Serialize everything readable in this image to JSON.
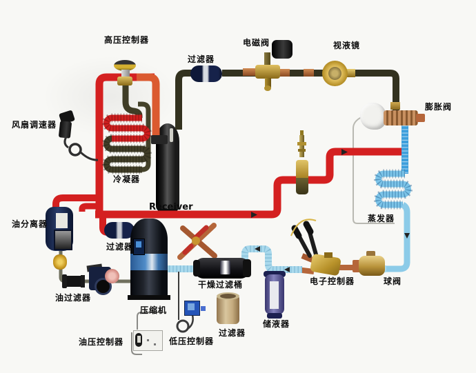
{
  "labels": {
    "fan_speed_controller": "风扇调速器",
    "high_pressure_controller": "高压控制器",
    "filter_top": "过滤器",
    "solenoid_valve": "电磁阀",
    "sight_glass": "视液镜",
    "expansion_valve": "膨胀阀",
    "condenser": "冷凝器",
    "receiver": "Receiver",
    "oil_separator": "油分离器",
    "filter_discharge": "过滤器",
    "evaporator": "蒸发器",
    "oil_filter": "油过滤器",
    "compressor": "压缩机",
    "drying_filter_barrel": "干燥过滤桶",
    "oil_pressure_controller": "油压控制器",
    "low_pressure_controller": "低压控制器",
    "filter_bottom": "过滤器",
    "liquid_accumulator": "储液器",
    "electronic_controller": "电子控制器",
    "ball_valve": "球阀"
  },
  "colors": {
    "discharge_pipe_red": "#d42020",
    "condenser_outlet_orange": "#db5a30",
    "liquid_line_olive": "#33321f",
    "expansion_outlet_blue": "#3e9fdc",
    "evaporator_coil_blue": "#7cc4e8",
    "suction_pipe_lightblue": "#a9d9ec",
    "brass": "#c9a233",
    "copper": "#b5663a",
    "component_navy": "#16224a",
    "background": "#f8f8f5"
  }
}
